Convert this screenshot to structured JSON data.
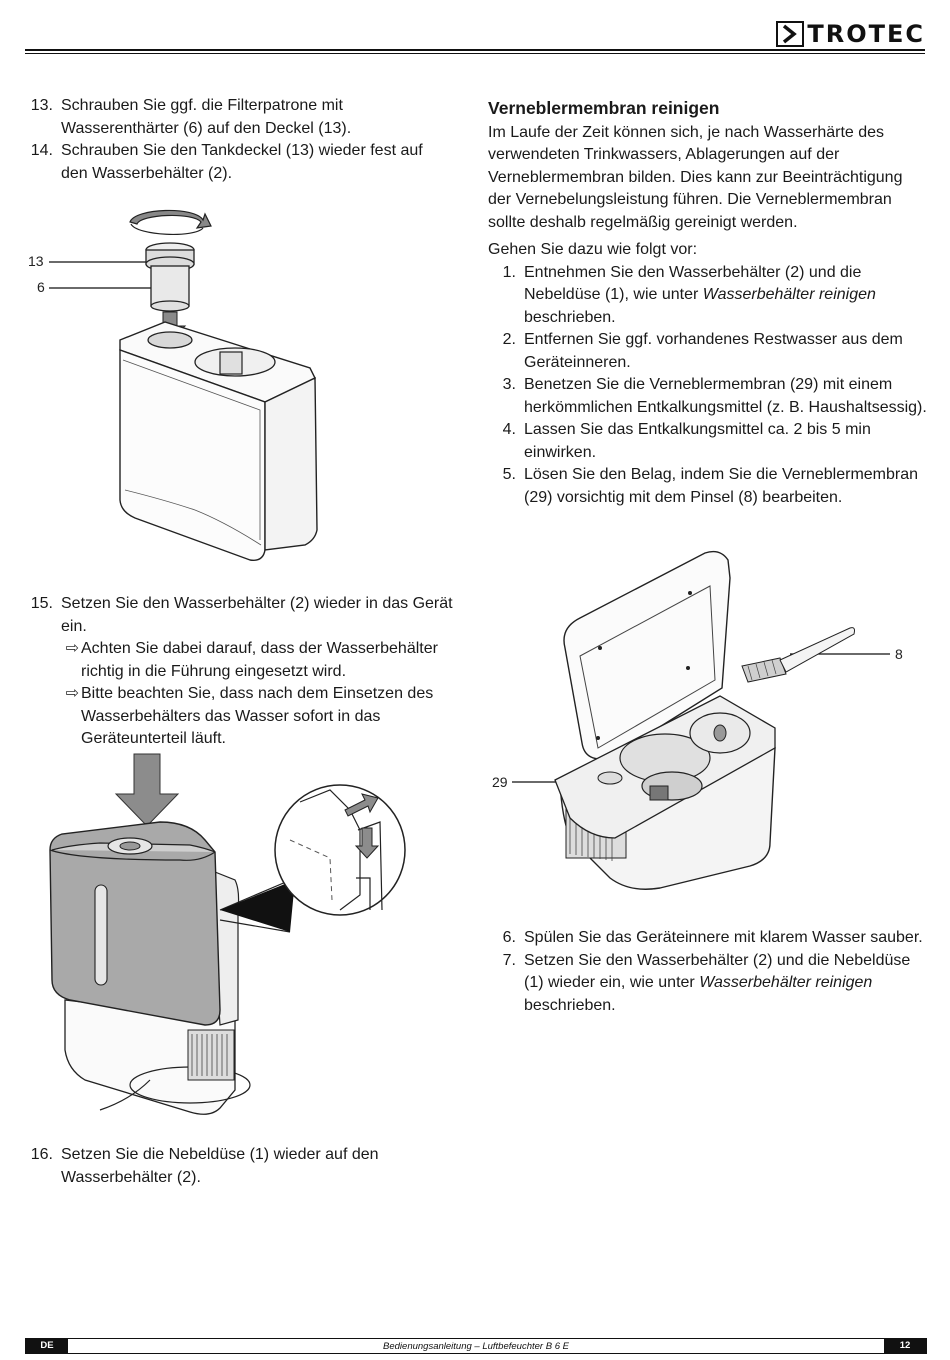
{
  "header": {
    "brand": "TROTEC"
  },
  "left_top": {
    "items": [
      {
        "num": "13.",
        "text": "Schrauben Sie ggf. die Filterpatrone mit Wasserenthärter (6) auf den Deckel (13)."
      },
      {
        "num": "14.",
        "text": "Schrauben Sie den Tankdeckel (13) wieder fest auf den Wasserbehälter (2)."
      }
    ],
    "callouts": {
      "c13": "13",
      "c6": "6"
    }
  },
  "left_mid": {
    "item": {
      "num": "15.",
      "text": "Setzen Sie den Wasserbehälter (2) wieder in das Gerät ein."
    },
    "subs": [
      {
        "arrow": "⇨",
        "text": "Achten Sie dabei darauf, dass der Wasserbehälter richtig in die Führung eingesetzt wird."
      },
      {
        "arrow": "⇨",
        "text": "Bitte beachten Sie, dass nach dem Einsetzen des Wasserbehälters das Wasser sofort in das Geräteunterteil läuft."
      }
    ]
  },
  "left_bottom": {
    "item": {
      "num": "16.",
      "text": "Setzen Sie die Nebeldüse (1) wieder auf den Wasserbehälter (2)."
    }
  },
  "right": {
    "heading": "Verneblermembran reinigen",
    "intro": "Im Laufe der Zeit können sich, je nach Wasserhärte des verwendeten Trinkwassers, Ablagerungen auf der Verneblermembran bilden. Dies kann zur Beeinträchtigung der Vernebelungsleistung führen. Die Verneblermembran sollte deshalb regelmäßig gereinigt werden.",
    "lead": "Gehen Sie dazu wie folgt vor:",
    "steps": [
      {
        "num": "1.",
        "pre": "Entnehmen Sie den Wasserbehälter (2) und die Nebeldüse (1), wie unter ",
        "em": "Wasserbehälter reinigen",
        "post": " beschrieben."
      },
      {
        "num": "2.",
        "text": "Entfernen Sie ggf. vorhandenes Restwasser aus dem Geräteinneren."
      },
      {
        "num": "3.",
        "text": "Benetzen Sie die Verneblermembran (29) mit einem herkömmlichen Entkalkungsmittel (z. B. Haushaltsessig)."
      },
      {
        "num": "4.",
        "text": "Lassen Sie das Entkalkungsmittel ca. 2 bis 5 min einwirken."
      },
      {
        "num": "5.",
        "text": "Lösen Sie den Belag, indem Sie die Verneblermembran (29) vorsichtig mit dem Pinsel (8) bearbeiten."
      }
    ],
    "callouts": {
      "c8": "8",
      "c29": "29"
    },
    "steps2": [
      {
        "num": "6.",
        "text": "Spülen Sie das Geräteinnere mit klarem Wasser sauber."
      },
      {
        "num": "7.",
        "pre": "Setzen Sie den Wasserbehälter (2) und die Nebeldüse (1) wieder ein, wie unter ",
        "em": "Wasserbehälter reinigen",
        "post": " beschrieben."
      }
    ]
  },
  "footer": {
    "lang": "DE",
    "doc": "Bedienungsanleitung – Luftbefeuchter B 6 E",
    "page": "12"
  }
}
